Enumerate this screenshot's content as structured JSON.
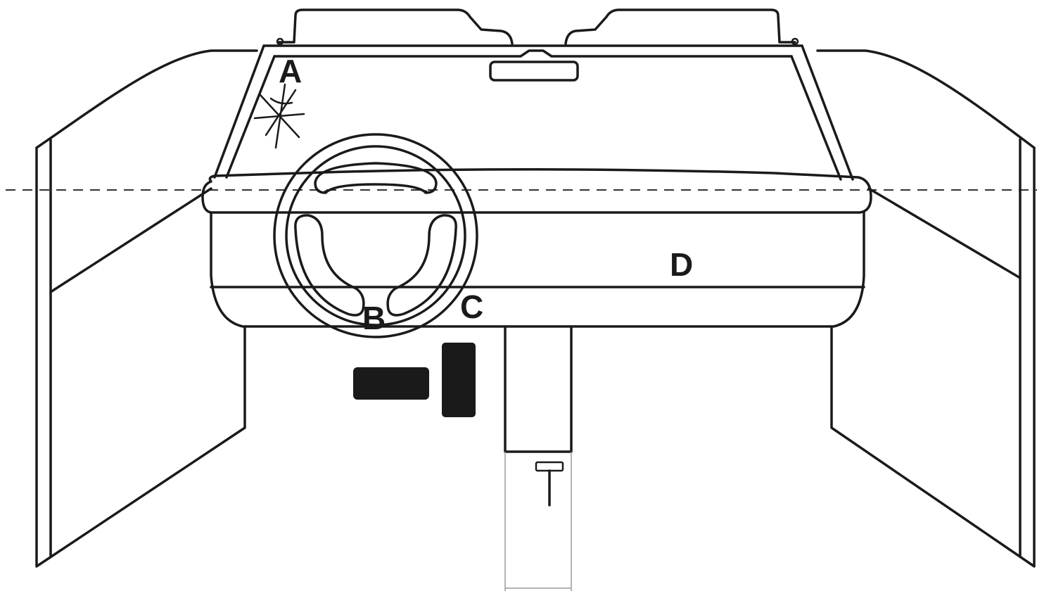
{
  "labels": {
    "a": "A",
    "b": "B",
    "c": "C",
    "d": "D"
  },
  "colors": {
    "line": "#1a1a1a",
    "background": "#ffffff",
    "guide": "#333333",
    "faint": "#9a9a9a"
  }
}
